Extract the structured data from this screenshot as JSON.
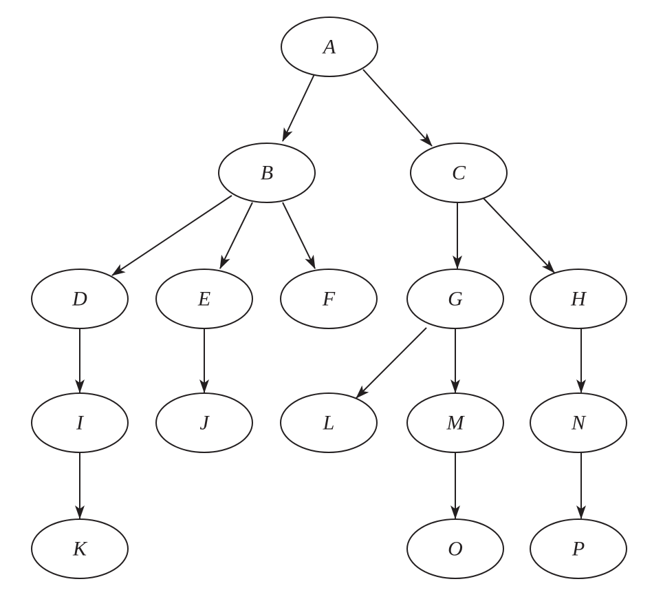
{
  "nodes": [
    {
      "id": "A",
      "label": "A"
    },
    {
      "id": "B",
      "label": "B"
    },
    {
      "id": "C",
      "label": "C"
    },
    {
      "id": "D",
      "label": "D"
    },
    {
      "id": "E",
      "label": "E"
    },
    {
      "id": "F",
      "label": "F"
    },
    {
      "id": "G",
      "label": "G"
    },
    {
      "id": "H",
      "label": "H"
    },
    {
      "id": "I",
      "label": "I"
    },
    {
      "id": "J",
      "label": "J"
    },
    {
      "id": "L",
      "label": "L"
    },
    {
      "id": "M",
      "label": "M"
    },
    {
      "id": "N",
      "label": "N"
    },
    {
      "id": "K",
      "label": "K"
    },
    {
      "id": "O",
      "label": "O"
    },
    {
      "id": "P",
      "label": "P"
    }
  ],
  "edges": [
    {
      "from": "A",
      "to": "B"
    },
    {
      "from": "A",
      "to": "C"
    },
    {
      "from": "B",
      "to": "D"
    },
    {
      "from": "B",
      "to": "E"
    },
    {
      "from": "B",
      "to": "F"
    },
    {
      "from": "C",
      "to": "G"
    },
    {
      "from": "C",
      "to": "H"
    },
    {
      "from": "D",
      "to": "I"
    },
    {
      "from": "E",
      "to": "J"
    },
    {
      "from": "G",
      "to": "L"
    },
    {
      "from": "G",
      "to": "M"
    },
    {
      "from": "H",
      "to": "N"
    },
    {
      "from": "I",
      "to": "K"
    },
    {
      "from": "M",
      "to": "O"
    },
    {
      "from": "N",
      "to": "P"
    }
  ],
  "colors": {
    "stroke": "#231f20",
    "fill": "#ffffff",
    "text": "#231f20"
  }
}
